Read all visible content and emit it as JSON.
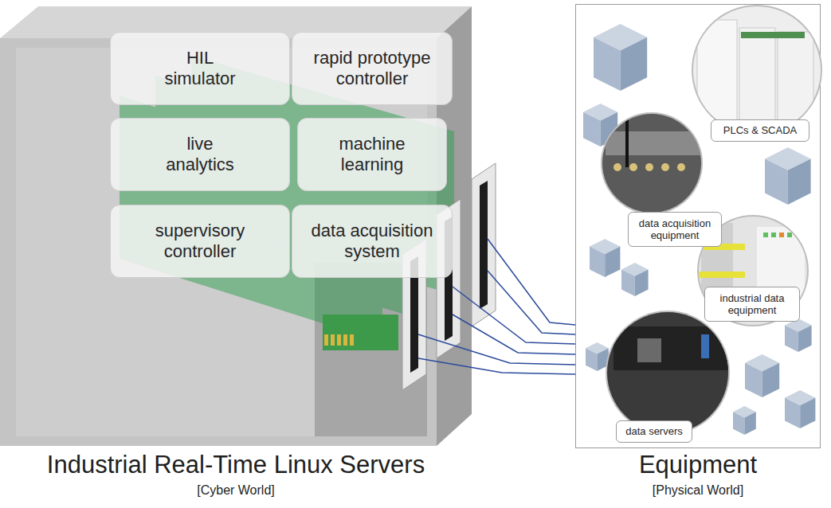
{
  "diagram": {
    "nodes": [
      {
        "text": [
          "Industrial Real-Time Linux Servers",
          "[Cyber World]"
        ]
      },
      {
        "text": [
          "HIL simulator"
        ],
        "in": 0
      },
      {
        "text": [
          "rapid prototype controller"
        ],
        "in": 0
      },
      {
        "text": [
          "live analytics"
        ],
        "in": 0
      },
      {
        "text": [
          "machine learning"
        ],
        "in": 0
      },
      {
        "text": [
          "supervisory controller"
        ],
        "in": 0
      },
      {
        "text": [
          "data acquisition system"
        ],
        "in": 0
      },
      {
        "text": [
          "Equipment",
          "[Physical World]"
        ]
      },
      {
        "text": [
          "PLCs & SCADA"
        ],
        "in": 7
      },
      {
        "text": [
          "data acquisition equipment"
        ],
        "in": 7
      },
      {
        "text": [
          "industrial data equipment"
        ],
        "in": 7
      },
      {
        "text": [
          "data servers"
        ],
        "in": 7
      }
    ]
  }
}
